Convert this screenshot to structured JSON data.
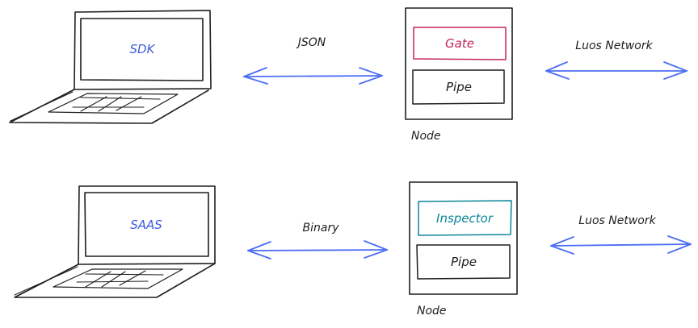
{
  "colors": {
    "ink": "#1e1e1e",
    "client_text": "#3b5bdb",
    "arrow": "#4c6ef5",
    "gate": "#c2255c",
    "inspector": "#0c8599"
  },
  "rows": [
    {
      "client": {
        "label": "SDK",
        "icon": "laptop-icon"
      },
      "link_label": "JSON",
      "node": {
        "top_block": "Gate",
        "bottom_block": "Pipe",
        "caption": "Node"
      },
      "network_label": "Luos Network"
    },
    {
      "client": {
        "label": "SAAS",
        "icon": "laptop-icon"
      },
      "link_label": "Binary",
      "node": {
        "top_block": "Inspector",
        "bottom_block": "Pipe",
        "caption": "Node"
      },
      "network_label": "Luos Network"
    }
  ]
}
